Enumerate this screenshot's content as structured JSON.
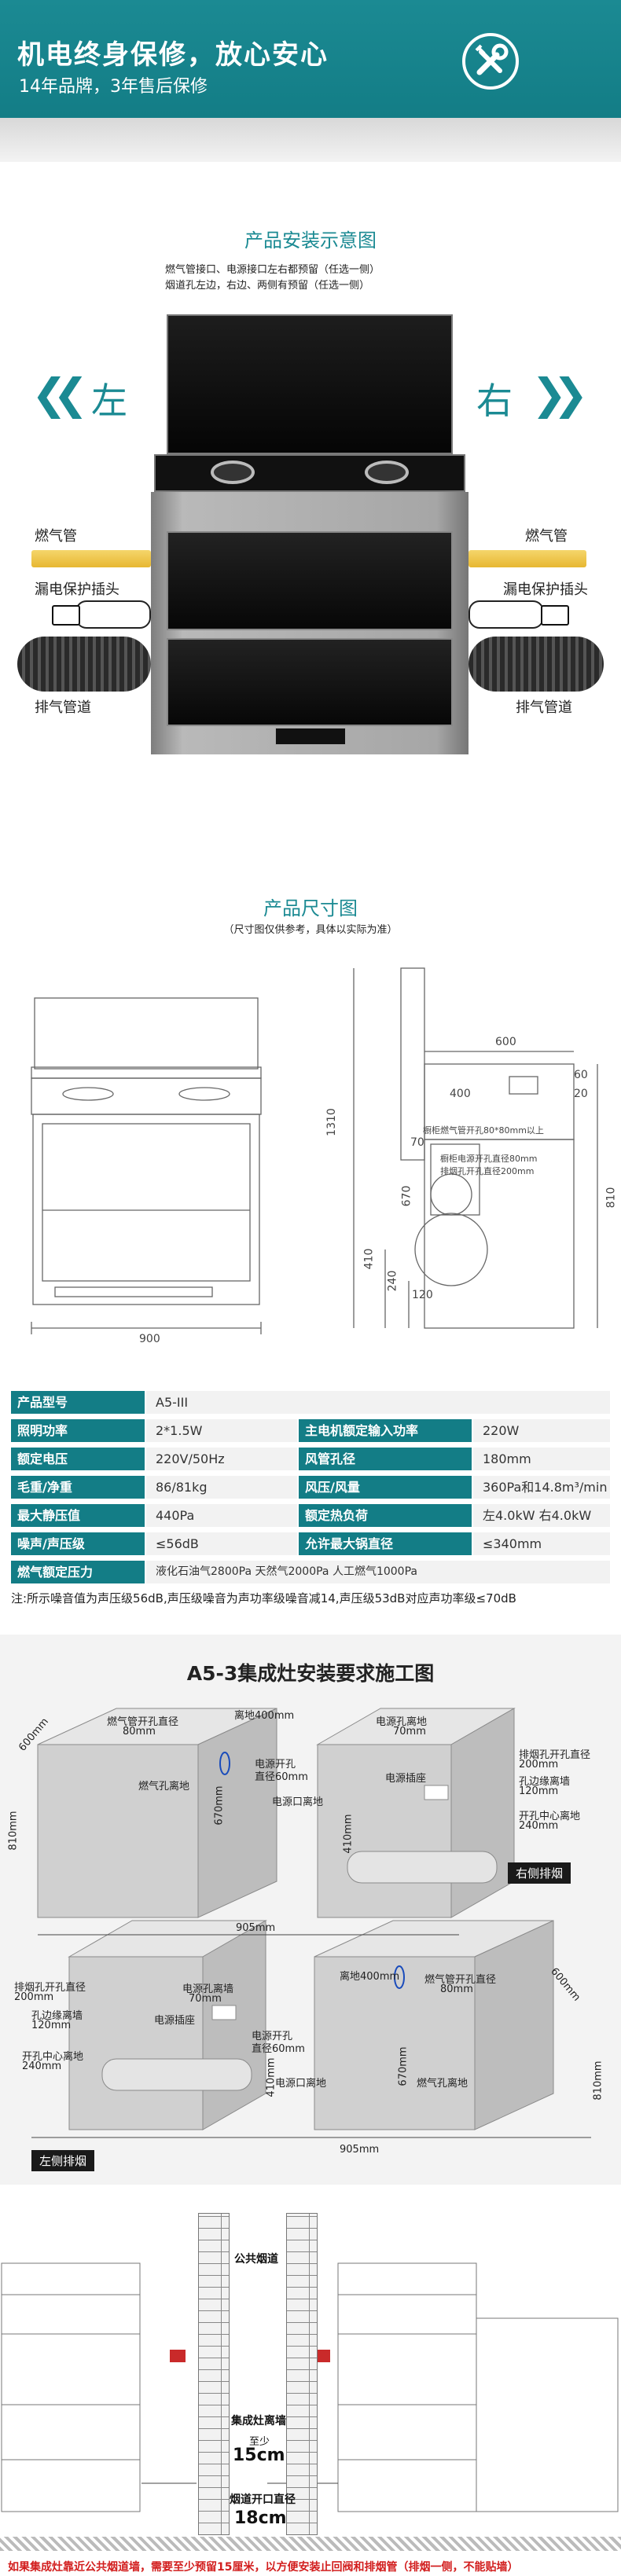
{
  "banner": {
    "title": "机电终身保修，放心安心",
    "subtitle": "14年品牌，3年售后保修",
    "icon": "tools-icon"
  },
  "install": {
    "title": "产品安装示意图",
    "note_line1": "燃气管接口、电源接口左右都预留（任选一侧）",
    "note_line2": "烟道孔左边，右边、两侧有预留（任选一侧）",
    "left_word": "左",
    "right_word": "右",
    "labels": {
      "gas_pipe": "燃气管",
      "leakage_plug": "漏电保护插头",
      "exhaust_duct": "排气管道"
    }
  },
  "dimension": {
    "title": "产品尺寸图",
    "note": "（尺寸图仅供参考，具体以实际为准）",
    "front_width": "900",
    "front_height": "1310",
    "side_top": "600",
    "side_60": "60",
    "side_20": "20",
    "side_400": "400",
    "side_70": "70",
    "side_810": "810",
    "side_670": "670",
    "side_410": "410",
    "side_240": "240",
    "side_120": "120",
    "side_note1": "橱柜燃气管开孔80*80mm以上",
    "side_note2": "橱柜电源开孔直径80mm",
    "side_note3": "排烟孔开孔直径200mm"
  },
  "specs": {
    "rows": [
      {
        "k1": "产品型号",
        "v1": "A5-III",
        "k2": "",
        "v2": ""
      },
      {
        "k1": "照明功率",
        "v1": "2*1.5W",
        "k2": "主电机额定输入功率",
        "v2": "220W"
      },
      {
        "k1": "额定电压",
        "v1": "220V/50Hz",
        "k2": "风管孔径",
        "v2": "180mm"
      },
      {
        "k1": "毛重/净重",
        "v1": "86/81kg",
        "k2": "风压/风量",
        "v2": "360Pa和14.8m³/min"
      },
      {
        "k1": "最大静压值",
        "v1": "440Pa",
        "k2": "额定热负荷",
        "v2": "左4.0kW 右4.0kW"
      },
      {
        "k1": "噪声/声压级",
        "v1": "≤56dB",
        "k2": "允许最大锅直径",
        "v2": "≤340mm"
      },
      {
        "k1": "燃气额定压力",
        "v1": "液化石油气2800Pa 天然气2000Pa 人工燃气1000Pa",
        "k2": "",
        "v2": ""
      }
    ],
    "note": "注:所示噪音值为声压级56dB,声压级噪音为声功率级噪音减14,声压级53dB对应声功率级≤70dB"
  },
  "construction": {
    "title": "A5-3集成灶安装要求施工图",
    "right": {
      "depth": "600mm",
      "gas_hole": "燃气管开孔直径",
      "gas_hole_val": "80mm",
      "gas_height": "离地400mm",
      "gas_floor": "燃气孔离地",
      "h670": "670mm",
      "h810": "810mm",
      "width": "905mm",
      "power_floor": "电源孔离地",
      "power_floor_val": "70mm",
      "power_hole": "电源开孔",
      "power_hole_val": "直径60mm",
      "power_socket": "电源插座",
      "power_mouth": "电源口离地",
      "h410": "410mm",
      "duct_hole": "排烟孔开孔直径",
      "duct_hole_val": "200mm",
      "duct_edge": "孔边缘离墙",
      "duct_edge_val": "120mm",
      "duct_center": "开孔中心离地",
      "duct_center_val": "240mm",
      "tag": "右侧排烟"
    },
    "left": {
      "duct_hole": "排烟孔开孔直径",
      "duct_hole_val": "200mm",
      "duct_edge": "孔边缘离墙",
      "duct_edge_val": "120mm",
      "duct_center": "开孔中心离地",
      "duct_center_val": "240mm",
      "power_floor": "电源孔离墙",
      "power_floor_val": "70mm",
      "power_socket": "电源插座",
      "power_hole": "电源开孔",
      "power_hole_val": "直径60mm",
      "h410": "410mm",
      "power_mouth": "电源口离地",
      "gas_height": "离地400mm",
      "gas_hole": "燃气管开孔直径",
      "gas_hole_val": "80mm",
      "depth": "600mm",
      "h810": "810mm",
      "h670": "670mm",
      "gas_floor": "燃气孔离地",
      "width": "905mm",
      "tag": "左侧排烟"
    }
  },
  "bottom": {
    "public_flue": "公共烟道",
    "stove_gap": "集成灶离墙",
    "at_least": "至少",
    "gap_val": "15cm",
    "flue_dia": "烟道开口直径",
    "flue_val": "18cm",
    "warning": "如果集成灶靠近公共烟道墙，需要至少预留15厘米，以方便安装止回阀和排烟管（排烟一侧，不能贴墙）"
  },
  "colors": {
    "teal": "#137d86",
    "warning_red": "#d21d1d"
  }
}
